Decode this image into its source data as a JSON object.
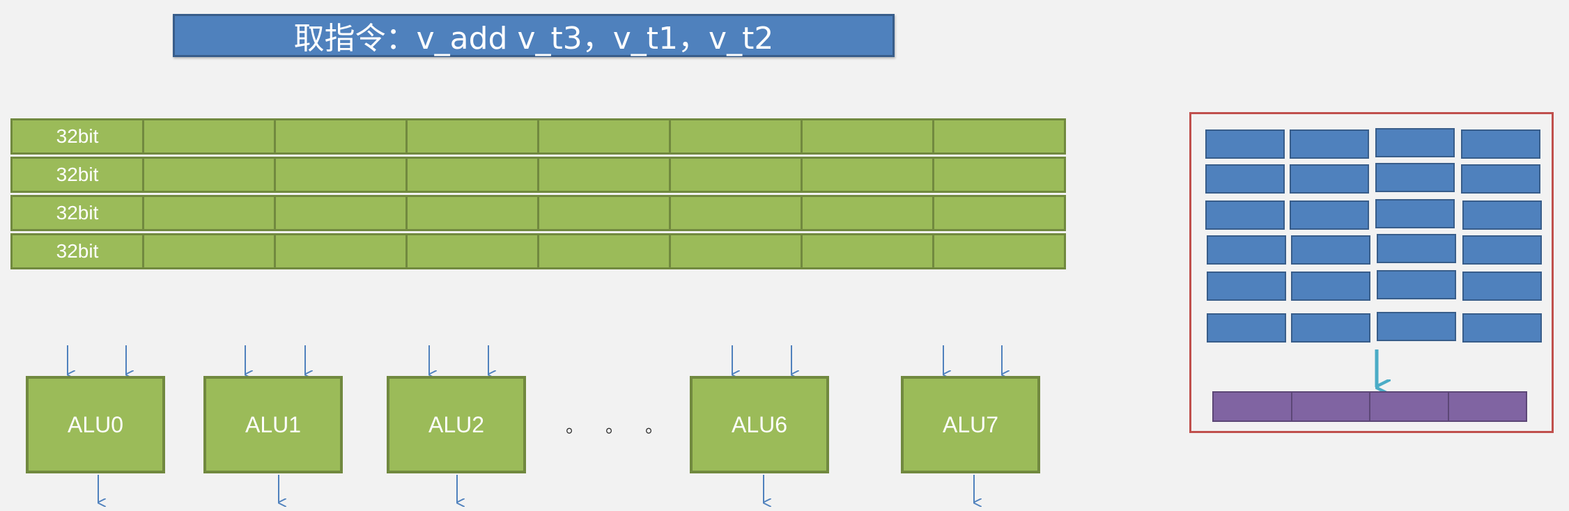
{
  "instruction": {
    "text": "取指令：v_add  v_t3，v_t1，v_t2"
  },
  "register_rows": [
    {
      "label": "32bit"
    },
    {
      "label": "32bit"
    },
    {
      "label": "32bit"
    },
    {
      "label": "32bit"
    }
  ],
  "alus": [
    {
      "label": "ALU0"
    },
    {
      "label": "ALU1"
    },
    {
      "label": "ALU2"
    },
    {
      "label": "ALU6"
    },
    {
      "label": "ALU7"
    }
  ],
  "ellipsis": [
    "。",
    "。",
    "。"
  ],
  "colors": {
    "background": "#f2f2f2",
    "instruction_fill": "#4f81bd",
    "register_fill": "#9bbb59",
    "register_border": "#71893f",
    "alu_fill": "#9bbb59",
    "arrow": "#4f81bd",
    "memory_block": "#4f81bd",
    "memory_frame": "#c0504d",
    "lane_bar": "#8064a2",
    "teal_arrow": "#4bacc6"
  }
}
